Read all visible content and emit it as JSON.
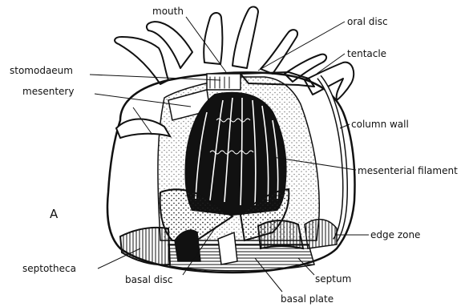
{
  "figure_letter": "A",
  "labels": {
    "mouth": "mouth",
    "oral_disc": "oral disc",
    "tentacle": "tentacle",
    "stomodaeum": "stomodaeum",
    "mesentery": "mesentery",
    "column_wall": "column wall",
    "mesenterial_filament": "mesenterial filament",
    "edge_zone": "edge zone",
    "septotheca": "septotheca",
    "septum": "septum",
    "basal_disc": "basal disc",
    "basal_plate": "basal plate"
  }
}
